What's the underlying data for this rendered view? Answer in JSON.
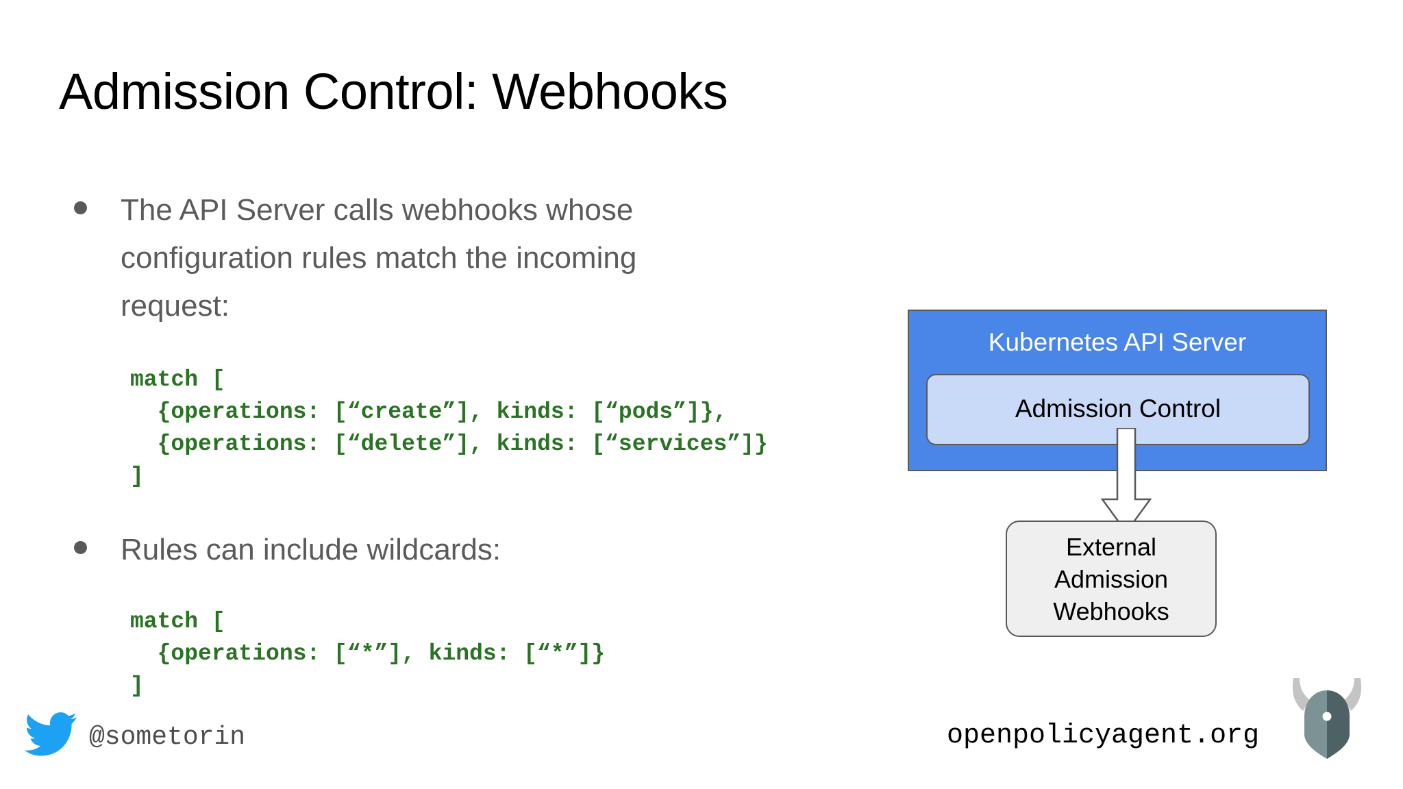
{
  "slide": {
    "title": "Admission Control: Webhooks",
    "background_color": "#ffffff"
  },
  "content": {
    "bullets": [
      {
        "text": "The API Server calls webhooks whose configuration rules match the incoming request:",
        "marker": "bullet-dot",
        "color": "#5b5b5b"
      },
      {
        "text": "Rules can include wildcards:",
        "marker": "bullet-dot",
        "color": "#5b5b5b"
      }
    ],
    "code_blocks": [
      {
        "language": "json",
        "color": "#2a7224",
        "text": "match [\n  {operations: [“create”], kinds: [“pods”]},\n  {operations: [“delete”], kinds: [“services”]}\n]"
      },
      {
        "language": "json",
        "color": "#2a7224",
        "text": "match [\n  {operations: [“*”], kinds: [“*”]}\n]"
      }
    ]
  },
  "diagram": {
    "api_server": {
      "label": "Kubernetes API Server",
      "fill": "#4a86e8",
      "text_color": "#ffffff",
      "border": "#595959"
    },
    "admission_control": {
      "label": "Admission Control",
      "fill": "#c9daf8",
      "text_color": "#000000",
      "border": "#595959"
    },
    "arrow": {
      "direction": "down",
      "fill": "#ffffff",
      "stroke": "#595959"
    },
    "external_webhooks": {
      "lines": [
        "External",
        "Admission",
        "Webhooks"
      ],
      "fill": "#efefef",
      "text_color": "#000000",
      "border": "#595959"
    }
  },
  "footer": {
    "twitter_handle": "@sometorin",
    "twitter_icon_color": "#1da1f2",
    "site_url": "openpolicyagent.org",
    "logo": {
      "name": "open-policy-agent-logo",
      "horn_color": "#c4c4c4",
      "helmet_light": "#7d9294",
      "helmet_dark": "#4e6164",
      "dot_color": "#ffffff"
    }
  }
}
